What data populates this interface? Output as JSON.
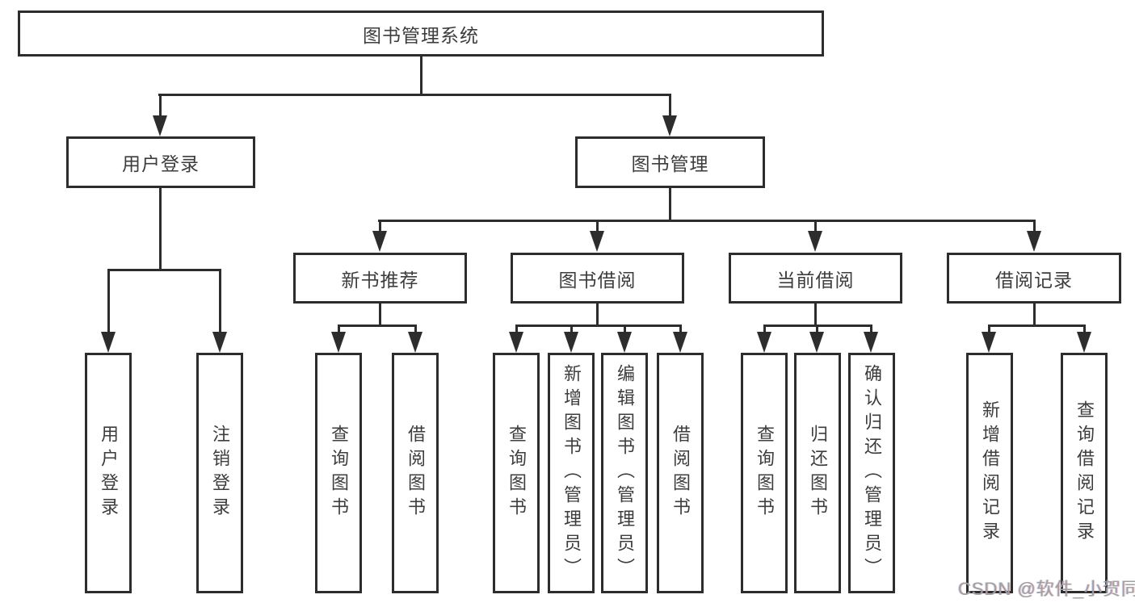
{
  "nodes": {
    "root": {
      "label": "图书管理系统"
    },
    "branches": [
      {
        "label": "用户登录"
      },
      {
        "label": "图书管理"
      }
    ],
    "modules": [
      {
        "label": "新书推荐"
      },
      {
        "label": "图书借阅"
      },
      {
        "label": "当前借阅"
      },
      {
        "label": "借阅记录"
      }
    ],
    "leaves": [
      {
        "label": "用户登录"
      },
      {
        "label": "注销登录"
      },
      {
        "label": "查询图书"
      },
      {
        "label": "借阅图书"
      },
      {
        "label": "查询图书"
      },
      {
        "label": "新增图书（管理员）"
      },
      {
        "label": "编辑图书（管理员）"
      },
      {
        "label": "借阅图书"
      },
      {
        "label": "查询图书"
      },
      {
        "label": "归还图书"
      },
      {
        "label": "确认归还（管理员）"
      },
      {
        "label": "新增借阅记录"
      },
      {
        "label": "查询借阅记录"
      }
    ]
  },
  "watermark": "CSDN @软件_小贺同学",
  "colors": {
    "line": "#2d2d2d",
    "text": "#3d3d3d",
    "watermark": "#a0a0a0",
    "background": "#ffffff"
  }
}
